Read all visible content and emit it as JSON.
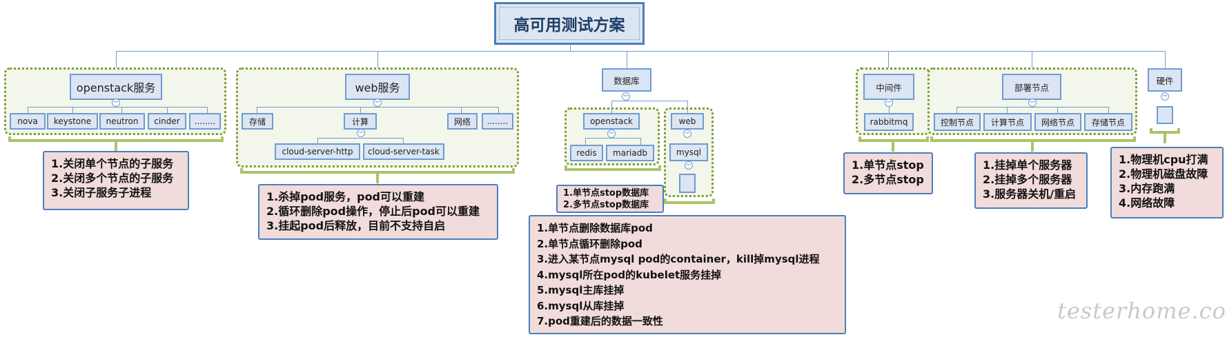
{
  "title": "高可用测试方案",
  "branches": {
    "openstack": {
      "label": "openstack服务",
      "children": [
        "nova",
        "keystone",
        "neutron",
        "cinder",
        "........"
      ],
      "notes": [
        "1.关闭单个节点的子服务",
        "2.关闭多个节点的子服务",
        "3.关闭子服务子进程"
      ]
    },
    "web": {
      "label": "web服务",
      "children": [
        "存储",
        "计算",
        "网络",
        "........"
      ],
      "compute_children": [
        "cloud-server-http",
        "cloud-server-task"
      ],
      "notes": [
        "1.杀掉pod服务，pod可以重建",
        "2.循环删除pod操作，停止后pod可以重建",
        "3.挂起pod后释放，目前不支持自启"
      ]
    },
    "database": {
      "label": "数据库",
      "openstack": {
        "label": "openstack",
        "children": [
          "redis",
          "mariadb"
        ]
      },
      "web": {
        "label": "web",
        "child": "mysql"
      },
      "small_notes": [
        "1.单节点stop数据库",
        "2.多节点stop数据库"
      ],
      "notes": [
        "1.单节点删除数据库pod",
        "2.单节点循环删除pod",
        "3.进入某节点mysql pod的container，kill掉mysql进程",
        "4.mysql所在pod的kubelet服务挂掉",
        "5.mysql主库挂掉",
        "6.mysql从库挂掉",
        "7.pod重建后的数据一致性"
      ]
    },
    "middleware": {
      "label": "中间件",
      "children": [
        "rabbitmq"
      ],
      "notes": [
        "1.单节点stop",
        "2.多节点stop"
      ]
    },
    "deploy": {
      "label": "部署节点",
      "children": [
        "控制节点",
        "计算节点",
        "网络节点",
        "存储节点"
      ],
      "notes": [
        "1.挂掉单个服务器",
        "2.挂掉多个服务器",
        "3.服务器关机/重启"
      ]
    },
    "hardware": {
      "label": "硬件",
      "notes": [
        "1.物理机cpu打满",
        "2.物理机磁盘故障",
        "3.内存跑满",
        "4.网络故障"
      ]
    }
  },
  "watermark": "testerhome.com",
  "colors": {
    "node_fill": "#dbe5f3",
    "node_border": "#6e9bd1",
    "note_fill": "#f1dcdb",
    "group_border": "#7d9c36",
    "bracket": "#a9c468"
  }
}
